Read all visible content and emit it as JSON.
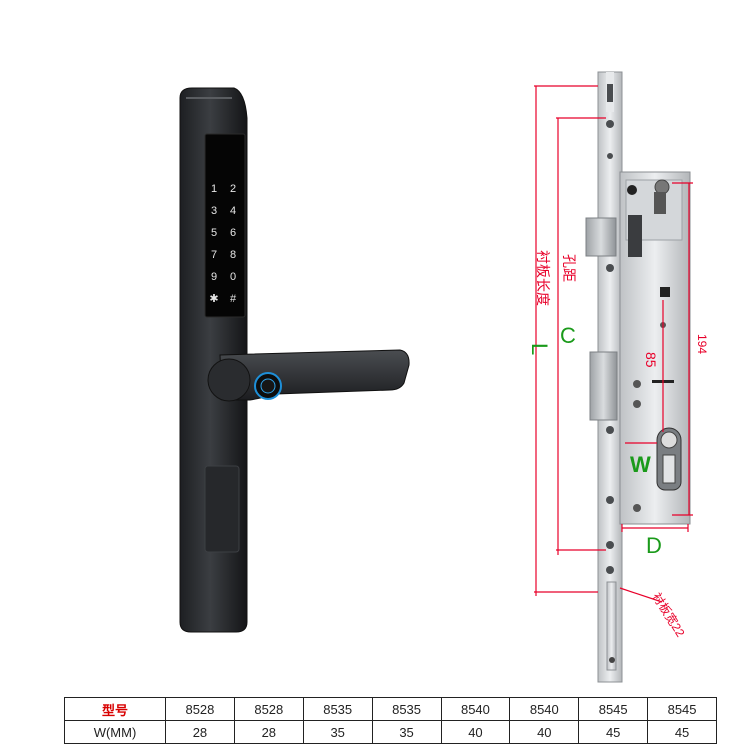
{
  "keypad": [
    "1",
    "2",
    "3",
    "4",
    "5",
    "6",
    "7",
    "8",
    "9",
    "0",
    "✱",
    "#"
  ],
  "dimensions": {
    "hole_distance": "孔距",
    "plate_length": "衬板长度",
    "c": "C",
    "l": "L",
    "d": "D",
    "w": "W",
    "v85": "85",
    "v194": "194",
    "plate_width": "衬板宽22"
  },
  "colors": {
    "dimension": "#e8002a",
    "green": "#1a9a1a",
    "header_red": "#d80000"
  },
  "table": {
    "header_label": "型号",
    "row_label": "W(MM)",
    "models": [
      "8528",
      "8528",
      "8535",
      "8535",
      "8540",
      "8540",
      "8545",
      "8545"
    ],
    "widths": [
      "28",
      "28",
      "35",
      "35",
      "40",
      "40",
      "45",
      "45"
    ]
  }
}
